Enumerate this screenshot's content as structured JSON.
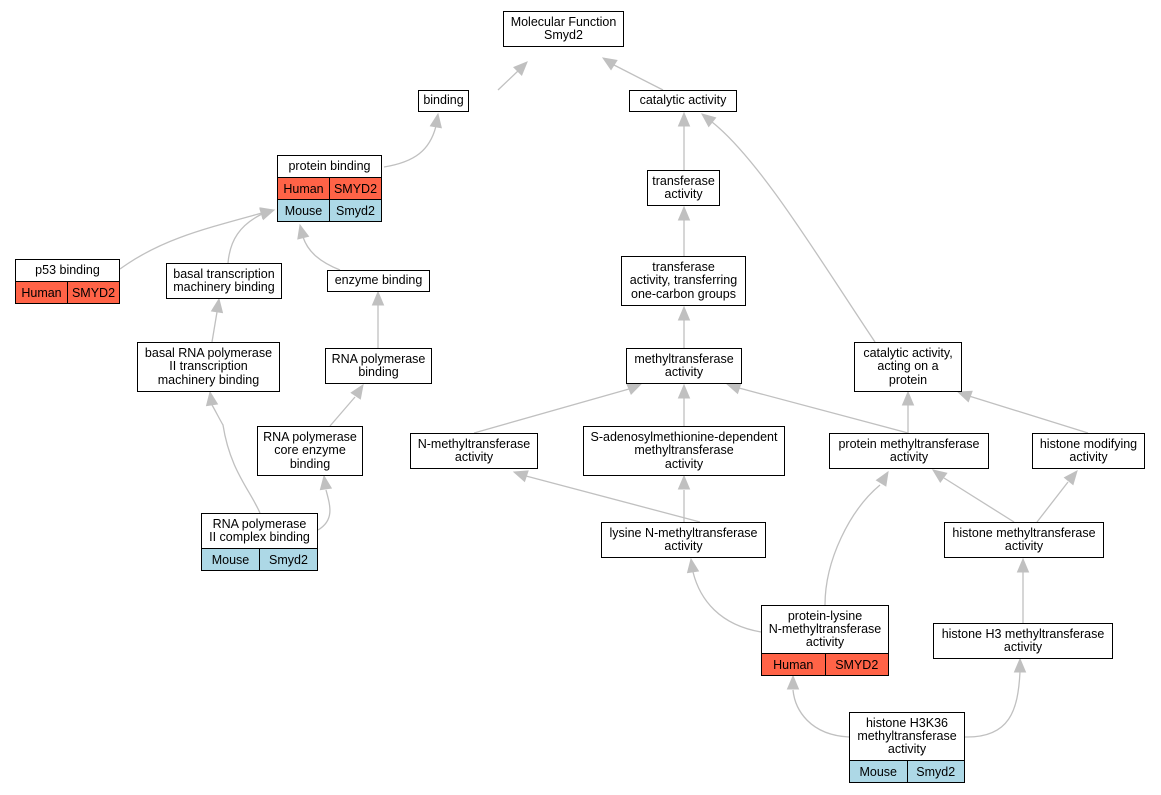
{
  "colors": {
    "human": "#ff6347",
    "mouse": "#add8e6",
    "edge": "#c0c0c0"
  },
  "nodes": {
    "mf": {
      "lines": [
        "Molecular Function",
        "Smyd2"
      ]
    },
    "binding": {
      "lines": [
        "binding"
      ]
    },
    "catalytic": {
      "lines": [
        "catalytic activity"
      ]
    },
    "protein_binding": {
      "lines": [
        "protein binding"
      ],
      "rows": [
        [
          "Human",
          "SMYD2"
        ],
        [
          "Mouse",
          "Smyd2"
        ]
      ]
    },
    "transferase": {
      "lines": [
        "transferase",
        "activity"
      ]
    },
    "p53": {
      "lines": [
        "p53 binding"
      ],
      "rows": [
        [
          "Human",
          "SMYD2"
        ]
      ]
    },
    "basal_tm": {
      "lines": [
        "basal transcription",
        "machinery binding"
      ]
    },
    "enzyme": {
      "lines": [
        "enzyme binding"
      ]
    },
    "tr_one_carbon": {
      "lines": [
        "transferase",
        "activity, transferring",
        "one-carbon groups"
      ]
    },
    "basal_rnap": {
      "lines": [
        "basal RNA polymerase",
        "II transcription",
        "machinery binding"
      ]
    },
    "rnap_binding": {
      "lines": [
        "RNA polymerase",
        "binding"
      ]
    },
    "methyltransferase": {
      "lines": [
        "methyltransferase",
        "activity"
      ]
    },
    "cat_protein": {
      "lines": [
        "catalytic activity,",
        "acting on a",
        "protein"
      ]
    },
    "rnap_core": {
      "lines": [
        "RNA polymerase",
        "core enzyme",
        "binding"
      ]
    },
    "n_mt": {
      "lines": [
        "N-methyltransferase",
        "activity"
      ]
    },
    "sam": {
      "lines": [
        "S-adenosylmethionine-dependent",
        "methyltransferase",
        "activity"
      ]
    },
    "pmt": {
      "lines": [
        "protein methyltransferase",
        "activity"
      ]
    },
    "hist_mod": {
      "lines": [
        "histone modifying",
        "activity"
      ]
    },
    "rnap2_complex": {
      "lines": [
        "RNA polymerase",
        "II complex binding"
      ],
      "rows": [
        [
          "Mouse",
          "Smyd2"
        ]
      ]
    },
    "lys_nmt": {
      "lines": [
        "lysine N-methyltransferase",
        "activity"
      ]
    },
    "hmt": {
      "lines": [
        "histone methyltransferase",
        "activity"
      ]
    },
    "plk_nmt": {
      "lines": [
        "protein-lysine",
        "N-methyltransferase",
        "activity"
      ],
      "rows": [
        [
          "Human",
          "SMYD2"
        ]
      ]
    },
    "h3_mt": {
      "lines": [
        "histone H3 methyltransferase",
        "activity"
      ]
    },
    "h3k36": {
      "lines": [
        "histone H3K36",
        "methyltransferase",
        "activity"
      ],
      "rows": [
        [
          "Mouse",
          "Smyd2"
        ]
      ]
    }
  }
}
